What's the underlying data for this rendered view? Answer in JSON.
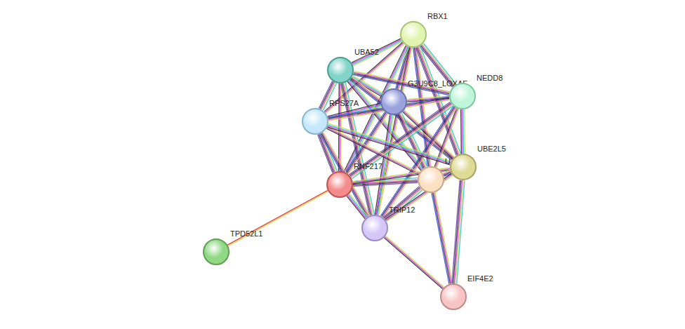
{
  "diagram": {
    "nodes": [
      {
        "text": [
          "RBX1"
        ]
      },
      {
        "text": [
          "UBA52"
        ]
      },
      {
        "text": [
          "G3U9C8_LOXAF"
        ]
      },
      {
        "text": [
          "NEDD8"
        ]
      },
      {
        "text": [
          "RPS27A"
        ]
      },
      {
        "text": [
          "RNF217"
        ]
      },
      {
        "text": [
          "U"
        ]
      },
      {
        "text": [
          "UBE2L5"
        ]
      },
      {
        "text": [
          "TRIP12"
        ]
      },
      {
        "text": [
          "TPD52L1"
        ]
      },
      {
        "text": [
          "EIF4E2"
        ]
      }
    ],
    "edges": [
      {
        "from": 0,
        "to": 1,
        "arrow": "none"
      },
      {
        "from": 0,
        "to": 2,
        "arrow": "none"
      },
      {
        "from": 0,
        "to": 3,
        "arrow": "none"
      },
      {
        "from": 0,
        "to": 4,
        "arrow": "none"
      },
      {
        "from": 0,
        "to": 5,
        "arrow": "none"
      },
      {
        "from": 0,
        "to": 6,
        "arrow": "none"
      },
      {
        "from": 0,
        "to": 7,
        "arrow": "none"
      },
      {
        "from": 0,
        "to": 8,
        "arrow": "none"
      },
      {
        "from": 1,
        "to": 2,
        "arrow": "none"
      },
      {
        "from": 1,
        "to": 3,
        "arrow": "none"
      },
      {
        "from": 1,
        "to": 4,
        "arrow": "none"
      },
      {
        "from": 1,
        "to": 5,
        "arrow": "none"
      },
      {
        "from": 1,
        "to": 6,
        "arrow": "none"
      },
      {
        "from": 1,
        "to": 7,
        "arrow": "none"
      },
      {
        "from": 1,
        "to": 8,
        "arrow": "none"
      },
      {
        "from": 2,
        "to": 3,
        "arrow": "none"
      },
      {
        "from": 2,
        "to": 4,
        "arrow": "none"
      },
      {
        "from": 2,
        "to": 5,
        "arrow": "none"
      },
      {
        "from": 2,
        "to": 6,
        "arrow": "none"
      },
      {
        "from": 2,
        "to": 7,
        "arrow": "none"
      },
      {
        "from": 2,
        "to": 8,
        "arrow": "none"
      },
      {
        "from": 3,
        "to": 4,
        "arrow": "none"
      },
      {
        "from": 3,
        "to": 5,
        "arrow": "none"
      },
      {
        "from": 3,
        "to": 6,
        "arrow": "none"
      },
      {
        "from": 3,
        "to": 7,
        "arrow": "none"
      },
      {
        "from": 3,
        "to": 8,
        "arrow": "none"
      },
      {
        "from": 4,
        "to": 5,
        "arrow": "none"
      },
      {
        "from": 4,
        "to": 6,
        "arrow": "none"
      },
      {
        "from": 4,
        "to": 7,
        "arrow": "none"
      },
      {
        "from": 4,
        "to": 8,
        "arrow": "none"
      },
      {
        "from": 5,
        "to": 6,
        "arrow": "none"
      },
      {
        "from": 5,
        "to": 7,
        "arrow": "none"
      },
      {
        "from": 5,
        "to": 8,
        "arrow": "none"
      },
      {
        "from": 6,
        "to": 7,
        "arrow": "none"
      },
      {
        "from": 6,
        "to": 8,
        "arrow": "none"
      },
      {
        "from": 7,
        "to": 8,
        "arrow": "none"
      },
      {
        "from": 5,
        "to": 9,
        "arrow": "none"
      },
      {
        "from": 6,
        "to": 10,
        "arrow": "none"
      },
      {
        "from": 7,
        "to": 10,
        "arrow": "none"
      },
      {
        "from": 8,
        "to": 10,
        "arrow": "none"
      }
    ]
  }
}
